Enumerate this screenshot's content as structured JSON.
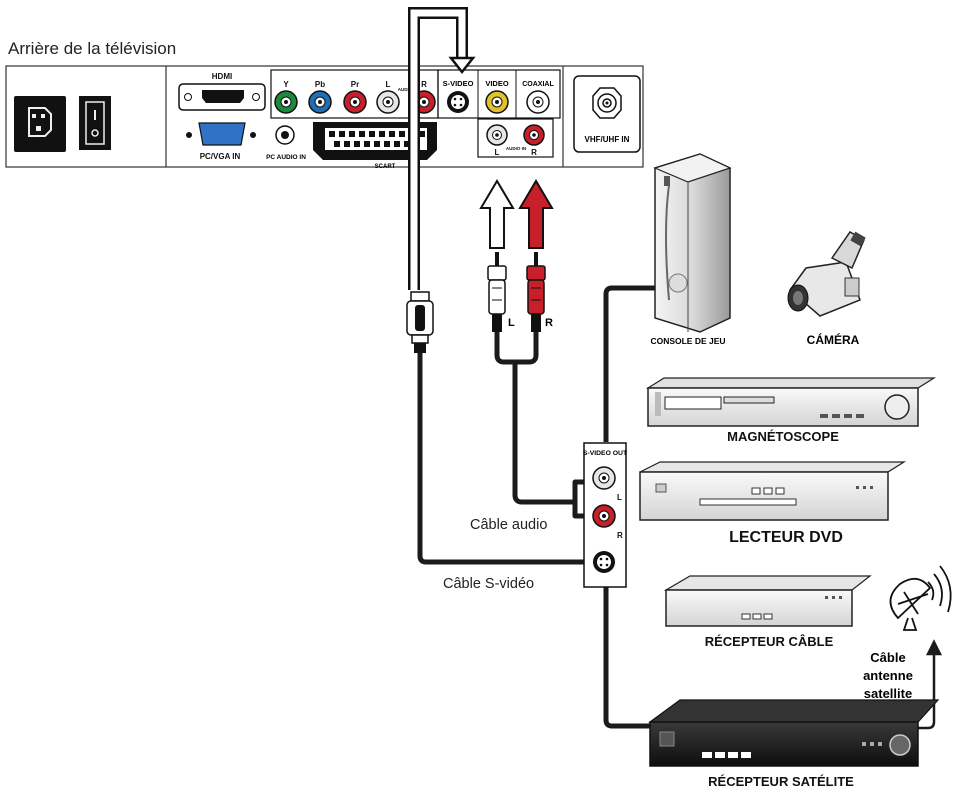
{
  "title": "Arrière de la télévision",
  "tv_panel": {
    "hdmi": "HDMI",
    "pc_vga_in": "PC/VGA IN",
    "pc_audio_in": "PC AUDIO IN",
    "y": "Y",
    "pb": "Pb",
    "pr": "Pr",
    "l": "L",
    "r": "R",
    "audio": "AUDIO",
    "s_video": "S-VIDEO",
    "video": "VIDEO",
    "coaxial": "COAXIAL",
    "audio_in": "AUDIO IN",
    "audio_l": "L",
    "audio_r": "R",
    "scart": "SCART",
    "vhf_uhf_in": "VHF/UHF IN"
  },
  "plug_labels": {
    "left": "L",
    "right": "R"
  },
  "output_box": {
    "title": "S-VIDEO OUT",
    "l": "L",
    "r": "R"
  },
  "cables": {
    "audio": "Câble audio",
    "svideo": "Câble S-vidéo"
  },
  "devices": {
    "console": "CONSOLE DE JEU",
    "camera": "CÁMÉRA",
    "vcr": "MAGNÉTOSCOPE",
    "dvd": "LECTEUR DVD",
    "cable_receiver": "RÉCEPTEUR CÂBLE",
    "satellite_receiver": "RÉCEPTEUR SATÉLITE"
  },
  "antenna_cable": [
    "Câble",
    "antenne",
    "satellite"
  ],
  "colors": {
    "y": "#1b8a3c",
    "pb": "#1f6fb5",
    "pr": "#c8202a",
    "video": "#e2c12a",
    "audio_r": "#c8202a",
    "arrow_red": "#c8202a",
    "cable": "#1b1b1b"
  }
}
